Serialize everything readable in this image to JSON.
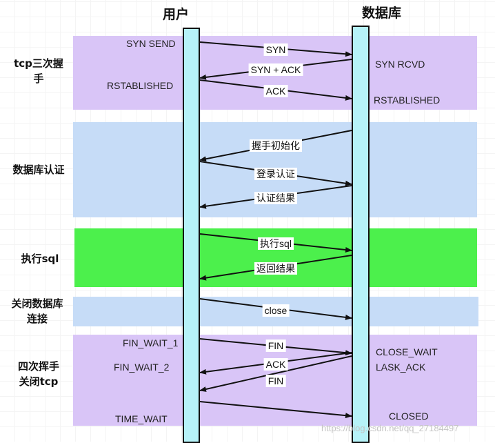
{
  "actors": {
    "client": "用户",
    "database": "数据库"
  },
  "stages": [
    {
      "label": "tcp三次握\n手",
      "color": "#d9c5f7"
    },
    {
      "label": "数据库认证",
      "color": "#c6dcf7"
    },
    {
      "label": "执行sql",
      "color": "#4cf04c"
    },
    {
      "label": "关闭数据库\n连接",
      "color": "#c6dcf7"
    },
    {
      "label": "四次挥手\n关闭tcp",
      "color": "#d9c5f7"
    }
  ],
  "client_states": [
    "SYN SEND",
    "RSTABLISHED",
    "FIN_WAIT_1",
    "FIN_WAIT_2",
    "TIME_WAIT"
  ],
  "server_states": [
    "SYN RCVD",
    "RSTABLISHED",
    "CLOSE_WAIT",
    "LASK_ACK",
    "CLOSED"
  ],
  "messages": [
    {
      "label": "SYN",
      "direction": "to-database"
    },
    {
      "label": "SYN + ACK",
      "direction": "to-client"
    },
    {
      "label": "ACK",
      "direction": "to-database"
    },
    {
      "label": "握手初始化",
      "direction": "to-client"
    },
    {
      "label": "登录认证",
      "direction": "to-database"
    },
    {
      "label": "认证结果",
      "direction": "to-client"
    },
    {
      "label": "执行sql",
      "direction": "to-database"
    },
    {
      "label": "返回结果",
      "direction": "to-client"
    },
    {
      "label": "close",
      "direction": "to-database"
    },
    {
      "label": "FIN",
      "direction": "to-database"
    },
    {
      "label": "ACK",
      "direction": "to-client"
    },
    {
      "label": "FIN",
      "direction": "to-client"
    },
    {
      "label": "",
      "direction": "to-database"
    }
  ],
  "watermark": "https://blog.csdn.net/qq_27184497"
}
